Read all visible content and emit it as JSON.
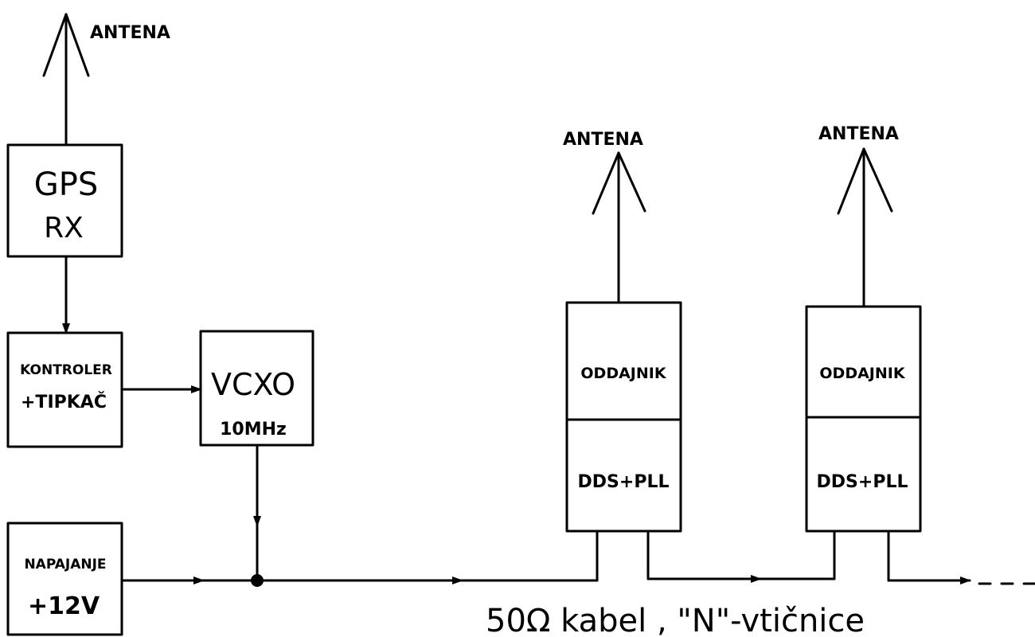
{
  "antenna_label": "ANTENA",
  "blocks": {
    "gps": {
      "line1": "GPS",
      "line2": "RX"
    },
    "controller": {
      "line1": "KONTROLER",
      "line2": "+TIPKAČ"
    },
    "vcxo": {
      "line1": "VCXO",
      "line2": "10MHz"
    },
    "power": {
      "line1": "NAPAJANJE",
      "line2": "+12V"
    },
    "transmitter_1": {
      "top": "ODDAJNIK",
      "bottom": "DDS+PLL"
    },
    "transmitter_2": {
      "top": "ODDAJNIK",
      "bottom": "DDS+PLL"
    }
  },
  "bus_caption": "50Ω kabel , \"N\"-vtičnice"
}
